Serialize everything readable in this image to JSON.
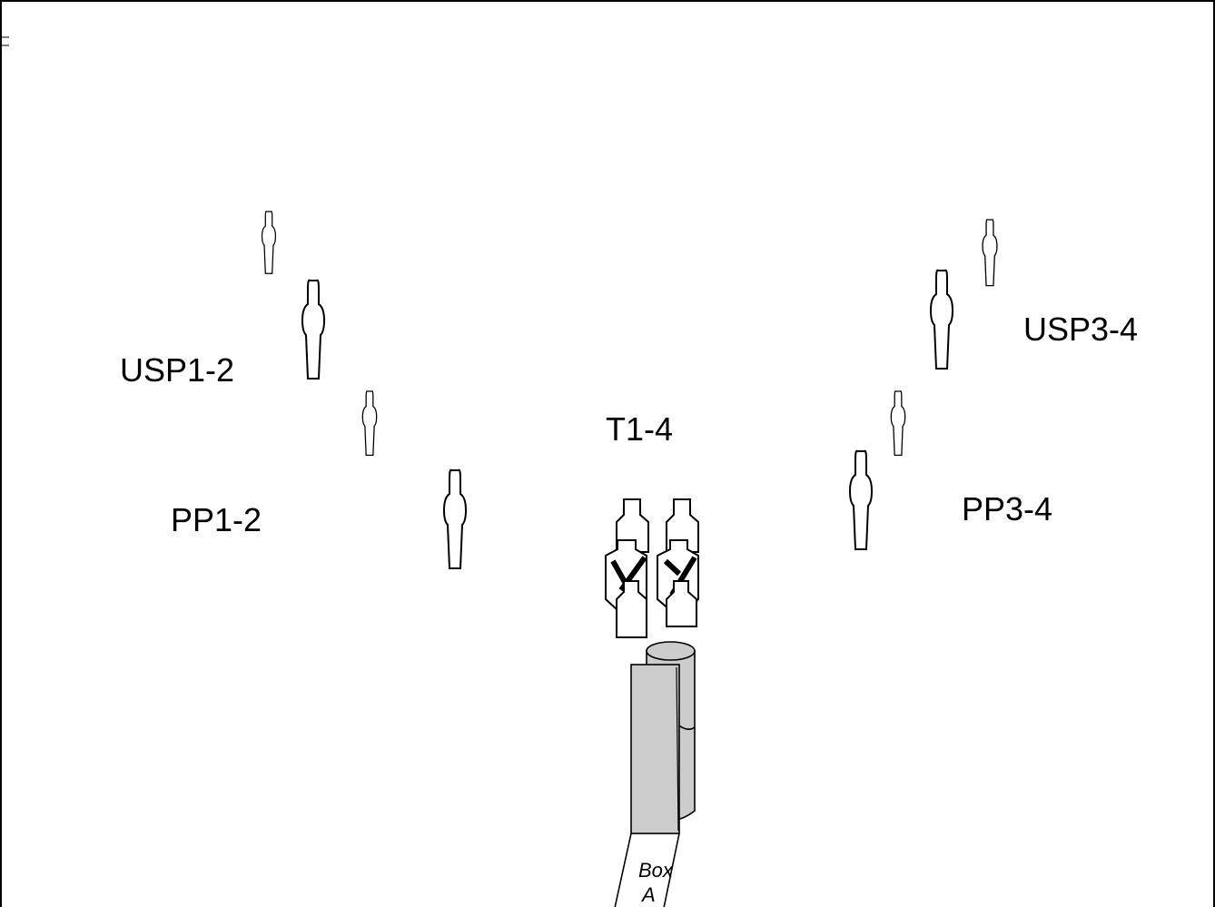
{
  "labels": {
    "usp12": "USP1-2",
    "usp34": "USP3-4",
    "t14": "T1-4",
    "pp12": "PP1-2",
    "pp34": "PP3-4",
    "box_line1": "Box",
    "box_line2": "A"
  },
  "colors": {
    "background": "#ffffff",
    "stroke": "#000000",
    "barricade_fill": "#cccccc"
  },
  "icons": {
    "target": "silhouette-target-icon",
    "metal_target": "x-marked-paper-target-icon",
    "barricade": "barricade-wall-icon",
    "barrel": "barrel-icon"
  }
}
